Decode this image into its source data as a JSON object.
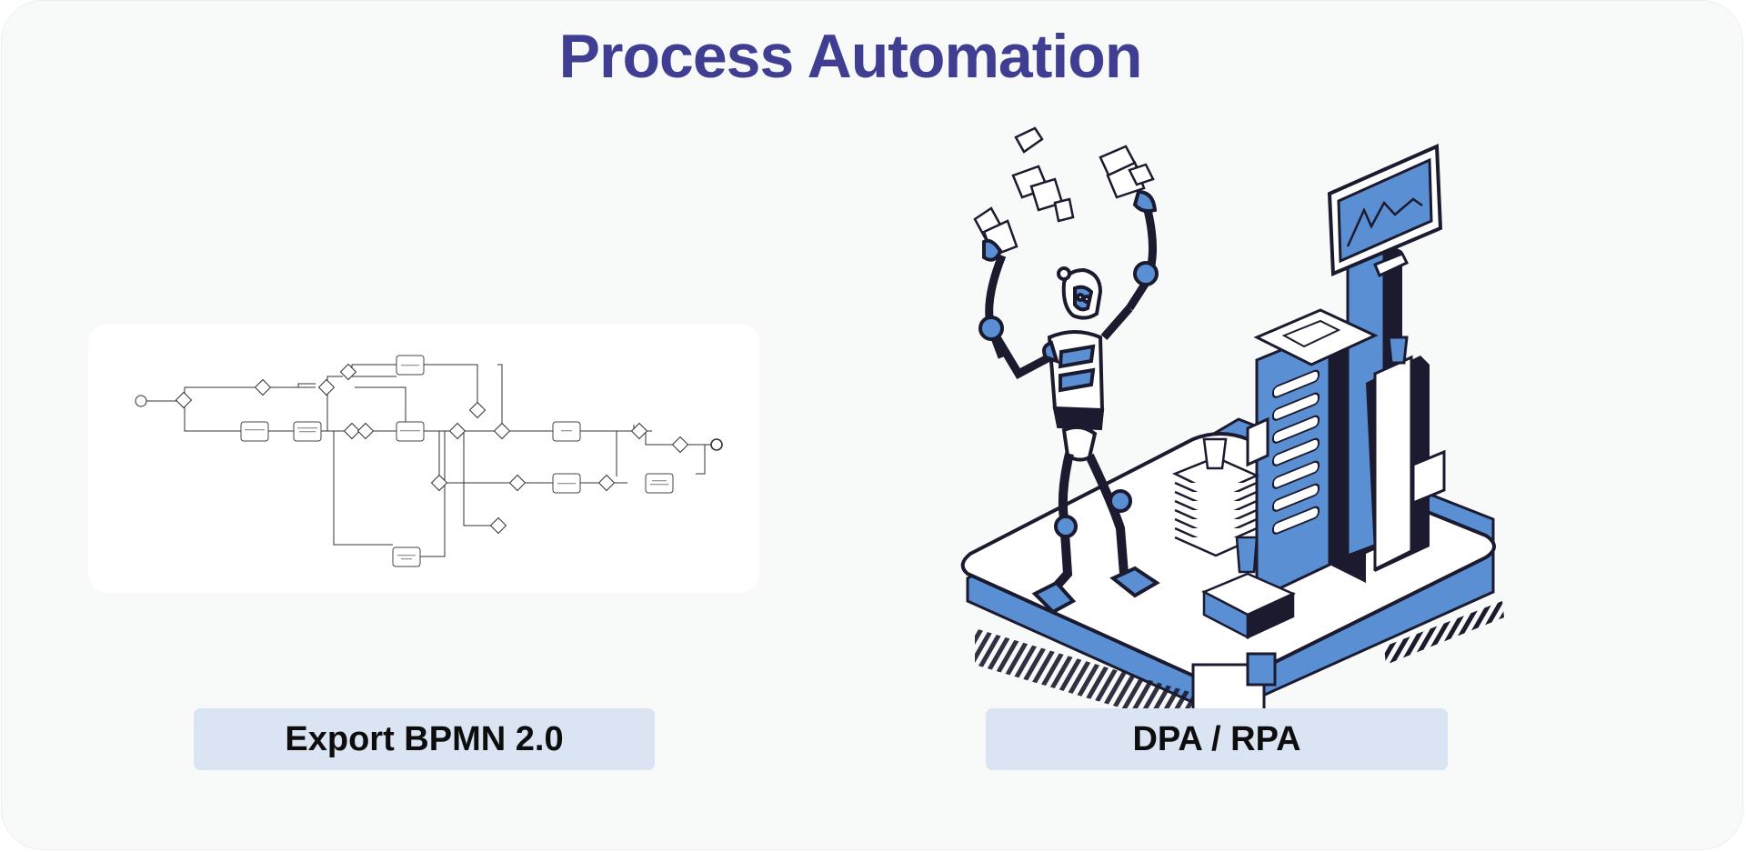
{
  "page": {
    "title": "Process Automation"
  },
  "left_panel": {
    "label": "Export BPMN 2.0",
    "diagram": {
      "task_labels": [
        "",
        "",
        "",
        "",
        "",
        "",
        "",
        "",
        ""
      ]
    }
  },
  "right_panel": {
    "label": "DPA / RPA",
    "illustration_icon": "robot-juggling-documents-server-illustration"
  },
  "colors": {
    "title": "#3f3e93",
    "label_bg": "#dbe4f2",
    "accent_blue": "#5b8fd4",
    "ink": "#1b1a2e"
  }
}
